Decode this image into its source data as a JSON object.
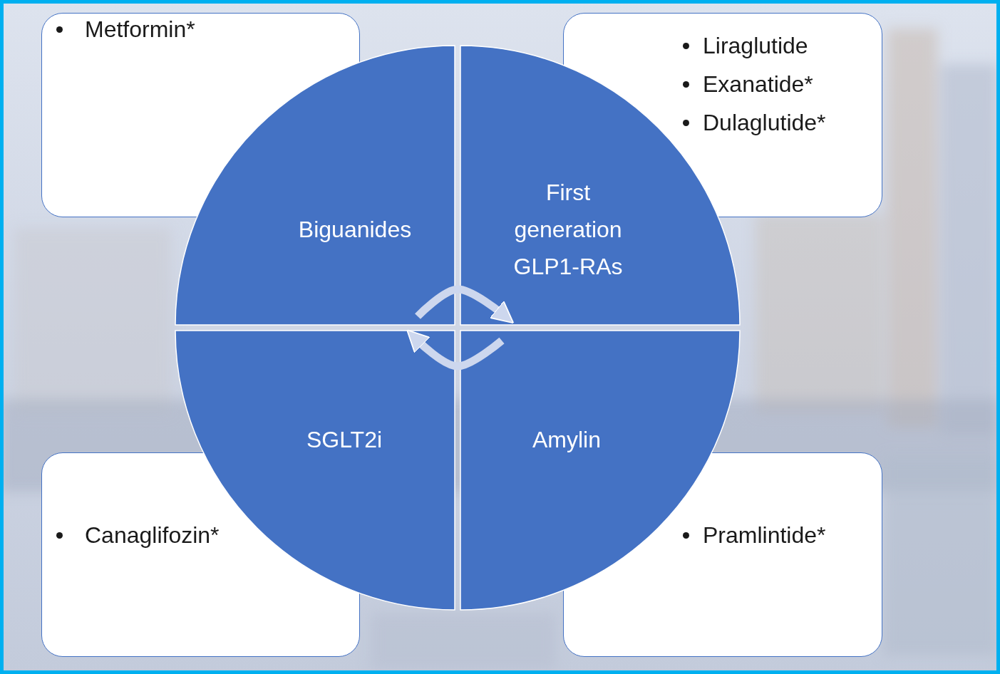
{
  "diagram": {
    "nodes": [
      {
        "text": [
          "Metformin*"
        ]
      },
      {
        "text": [
          "Biguanides"
        ]
      },
      {
        "text": [
          "First generation GLP1-RAs"
        ]
      },
      {
        "text": [
          "Liraglutide",
          "Exanatide*",
          "Dulaglutide*"
        ]
      },
      {
        "text": [
          "Canaglifozin*"
        ]
      },
      {
        "text": [
          "SGLT2i"
        ]
      },
      {
        "text": [
          "Amylin"
        ]
      },
      {
        "text": [
          "Pramlintide*"
        ]
      }
    ],
    "edges": [
      {
        "from": 1,
        "to": 2,
        "arrow": "to"
      },
      {
        "from": 6,
        "to": 5,
        "arrow": "to"
      }
    ]
  }
}
